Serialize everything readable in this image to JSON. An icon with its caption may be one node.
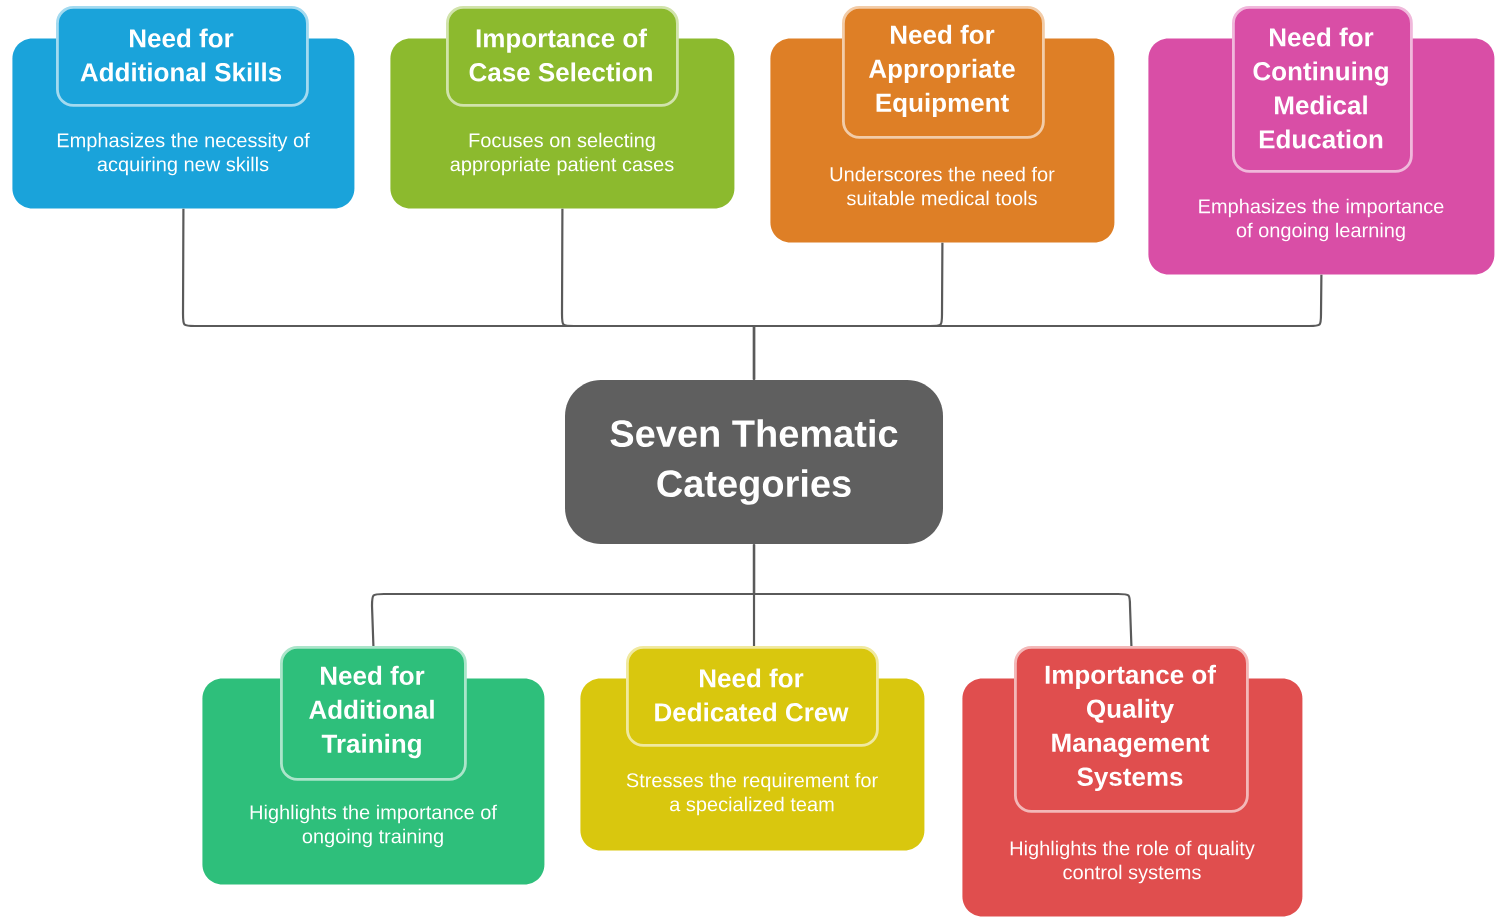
{
  "diagram": {
    "nodes": [
      {
        "text": [
          "Need for Additional Skills",
          "Emphasizes the necessity of acquiring new skills"
        ]
      },
      {
        "text": [
          "Importance of Case Selection",
          "Focuses on selecting appropriate patient cases"
        ]
      },
      {
        "text": [
          "Need for Appropriate Equipment",
          "Underscores the need for suitable medical tools"
        ]
      },
      {
        "text": [
          "Need for Continuing Medical Education",
          "Emphasizes the importance of ongoing learning"
        ]
      },
      {
        "text": [
          "Seven Thematic Categories"
        ]
      },
      {
        "text": [
          "Need for Additional Training",
          "Highlights the importance of ongoing training"
        ]
      },
      {
        "text": [
          "Need for Dedicated Crew",
          "Stresses the requirement for a specialized team"
        ]
      },
      {
        "text": [
          "Importance of Quality Management Systems",
          "Highlights the role of quality control systems"
        ]
      }
    ],
    "edges": [
      {
        "from": 4,
        "to": 0,
        "arrow": "none"
      },
      {
        "from": 4,
        "to": 1,
        "arrow": "none"
      },
      {
        "from": 4,
        "to": 2,
        "arrow": "none"
      },
      {
        "from": 4,
        "to": 3,
        "arrow": "none"
      },
      {
        "from": 4,
        "to": 5,
        "arrow": "none"
      },
      {
        "from": 4,
        "to": 6,
        "arrow": "none"
      },
      {
        "from": 4,
        "to": 7,
        "arrow": "none"
      }
    ]
  }
}
